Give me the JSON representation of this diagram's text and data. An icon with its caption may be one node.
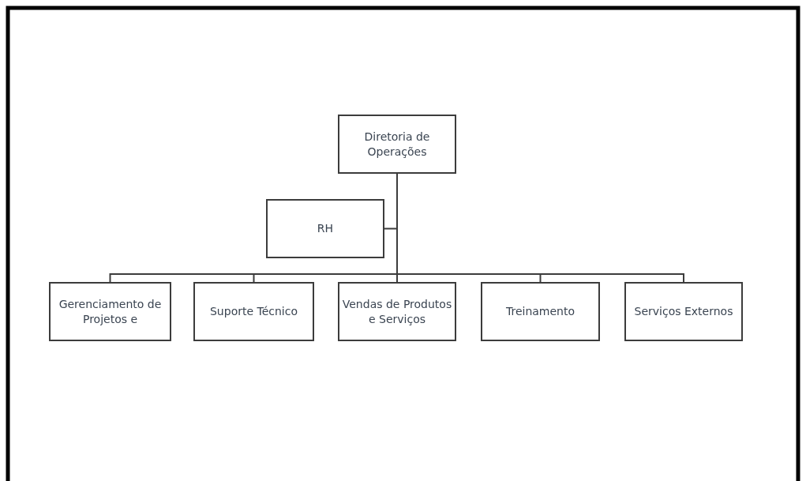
{
  "diagram": {
    "nodes": [
      {
        "text": [
          "Diretoria  de Operações"
        ]
      },
      {
        "text": [
          "RH"
        ]
      },
      {
        "text": [
          "Gerenciamento de Projetos e"
        ]
      },
      {
        "text": [
          "Suporte Técnico"
        ]
      },
      {
        "text": [
          "Vendas de Produtos e Serviços"
        ]
      },
      {
        "text": [
          "Treinamento"
        ]
      },
      {
        "text": [
          "Serviços Externos"
        ]
      }
    ],
    "edges": [
      {
        "from": 0,
        "to": 1,
        "arrow": "none"
      },
      {
        "from": 0,
        "to": 2,
        "arrow": "none"
      },
      {
        "from": 0,
        "to": 3,
        "arrow": "none"
      },
      {
        "from": 0,
        "to": 4,
        "arrow": "none"
      },
      {
        "from": 0,
        "to": 5,
        "arrow": "none"
      },
      {
        "from": 0,
        "to": 6,
        "arrow": "none"
      }
    ]
  }
}
